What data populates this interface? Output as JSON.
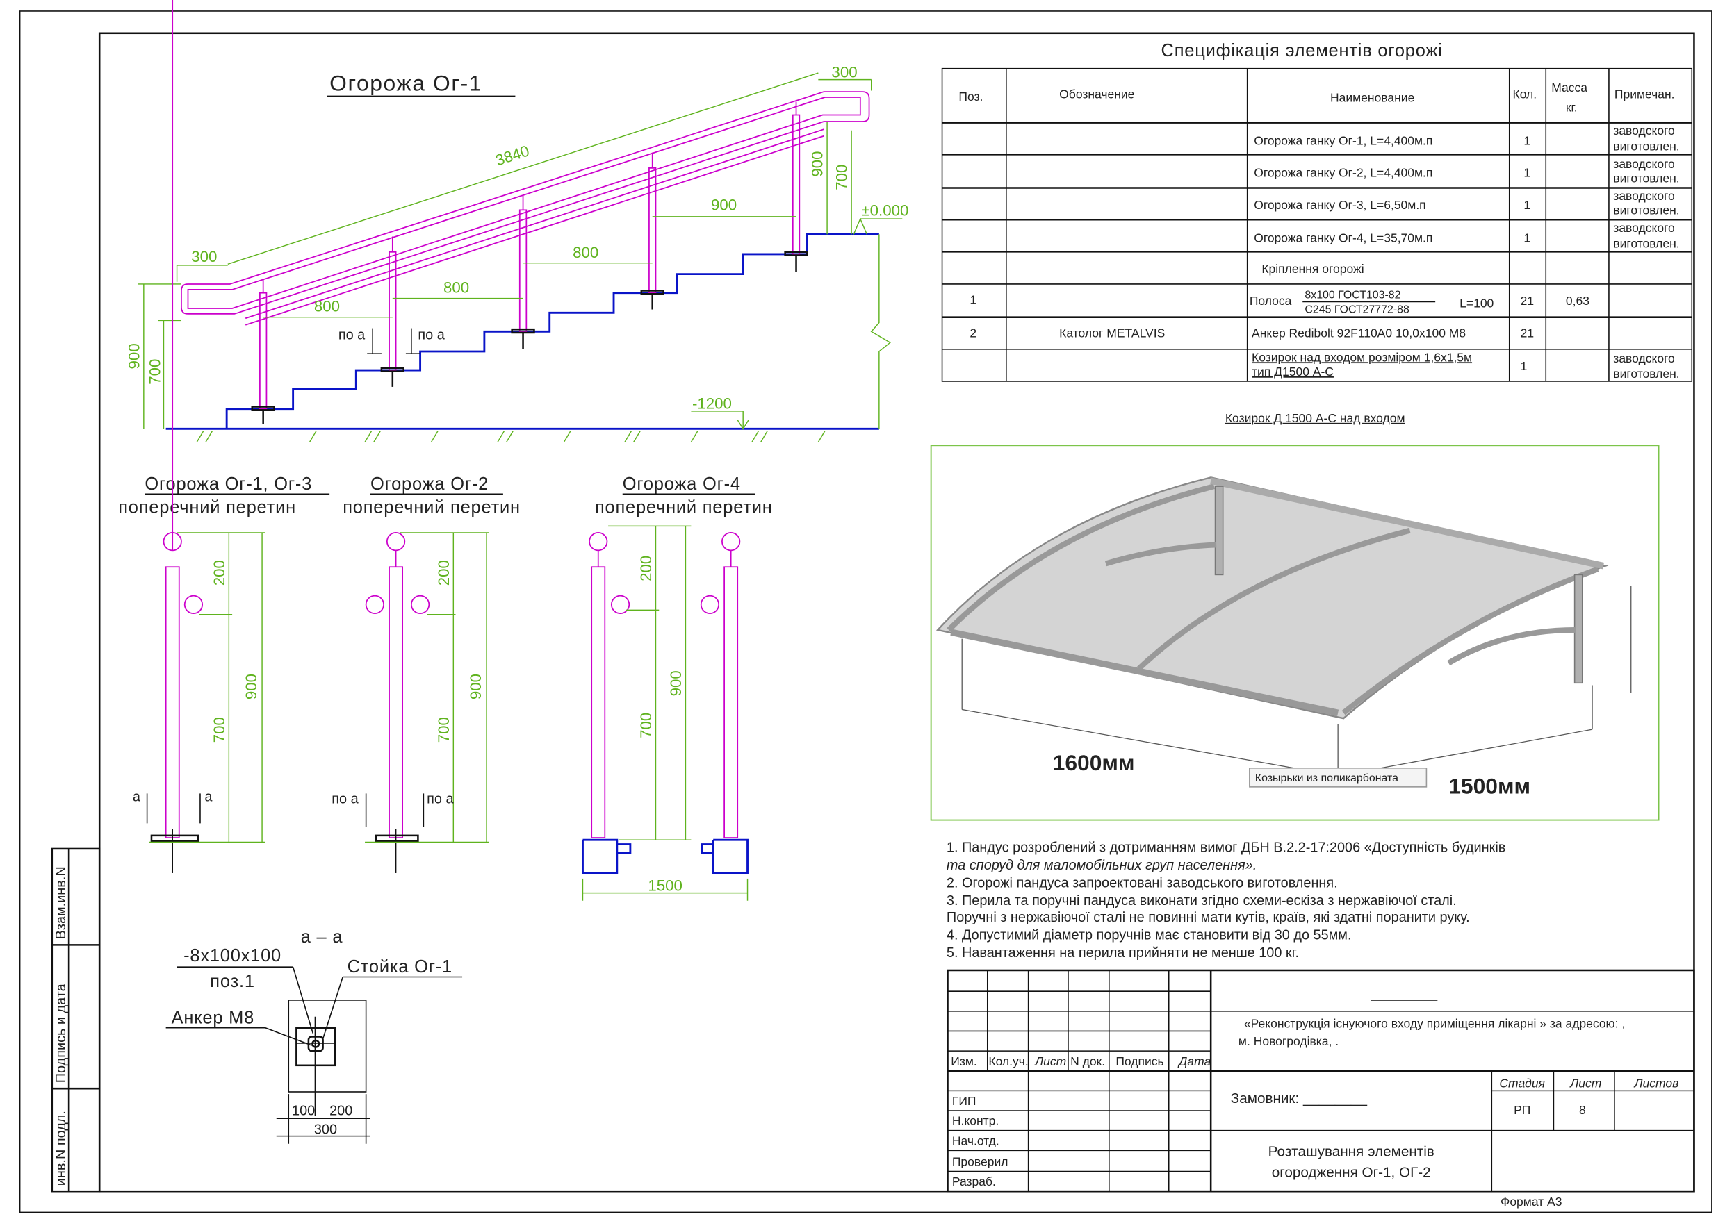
{
  "colors": {
    "rail": "#cc00cc",
    "dimension": "#5fb31e",
    "structure": "#0a14c8",
    "line": "#111111"
  },
  "elevation": {
    "title": "Огорожа  Ог-1",
    "dims": {
      "slope": "3840",
      "left_ext": "300",
      "right_ext": "300",
      "span1": "800",
      "span2": "800",
      "span3": "800",
      "span4": "900",
      "left_h900": "900",
      "left_h700": "700",
      "right_h900": "900",
      "right_h700": "700"
    },
    "level_top": "±0.000",
    "level_bottom": "-1200",
    "section_mark_left": "по а",
    "section_mark_right": "по а"
  },
  "sections": [
    {
      "title": "Огорожа  Ог-1, Ог-3",
      "subtitle": "поперечний перетин",
      "dim_top": "200",
      "dim_bottom": "700",
      "dim_total": "900",
      "mark_left": "а",
      "mark_right": "а"
    },
    {
      "title": "Огорожа  Ог-2",
      "subtitle": "поперечний перетин",
      "dim_top": "200",
      "dim_bottom": "700",
      "dim_total": "900",
      "mark_left": "по а",
      "mark_right": "по а"
    },
    {
      "title": "Огорожа  Ог-4",
      "subtitle": "поперечний перетин",
      "dim_top": "200",
      "dim_bottom": "700",
      "dim_total": "900",
      "width": "1500"
    }
  ],
  "detail_aa": {
    "title": "а – а",
    "plate": "-8x100x100",
    "plate_pos": "поз.1",
    "post": "Стойка Ог-1",
    "anchor": "Анкер М8",
    "dim_a": "100",
    "dim_b": "200",
    "dim_total": "300"
  },
  "spec": {
    "title": "Специфікація элементів огорожі",
    "headers": [
      "Поз.",
      "Обозначение",
      "Наименование",
      "Кол.",
      "Масса кг.",
      "Примечан."
    ],
    "mass_header": [
      "Масса",
      "кг."
    ],
    "rows": [
      {
        "pos": "",
        "designation": "",
        "name": "Огорожа ганку Ог-1,  L=4,400м.п",
        "qty": "1",
        "mass": "",
        "note": [
          "заводского",
          "виготовлен."
        ]
      },
      {
        "pos": "",
        "designation": "",
        "name": "Огорожа ганку Ог-2,  L=4,400м.п",
        "qty": "1",
        "mass": "",
        "note": [
          "заводского",
          "виготовлен."
        ]
      },
      {
        "pos": "",
        "designation": "",
        "name": "Огорожа ганку Ог-3,  L=6,50м.п",
        "qty": "1",
        "mass": "",
        "note": [
          "заводского",
          "виготовлен."
        ]
      },
      {
        "pos": "",
        "designation": "",
        "name": "Огорожа ганку Ог-4,  L=35,70м.п",
        "qty": "1",
        "mass": "",
        "note": [
          "заводского",
          "виготовлен."
        ]
      },
      {
        "pos": "",
        "designation": "",
        "name": "Кріплення огорожі",
        "qty": "",
        "mass": "",
        "note": [
          "",
          ""
        ]
      },
      {
        "pos": "1",
        "designation": "",
        "name": "Полоса",
        "name_top": "8x100 ГОСТ103-82",
        "name_bottom": "С245 ГОСТ27772-88",
        "name_len": "L=100",
        "qty": "21",
        "mass": "0,63",
        "note": [
          "",
          ""
        ]
      },
      {
        "pos": "2",
        "designation": "Католог  METALVIS",
        "name": "Анкер Redibolt 92F110A0 10,0x100 M8",
        "qty": "21",
        "mass": "",
        "note": [
          "",
          ""
        ]
      },
      {
        "pos": "",
        "designation": "",
        "name": "Козирок над входом розміром 1,6х1,5м",
        "name2": "тип Д1500 А-С",
        "qty": "1",
        "mass": "",
        "note": [
          "заводского",
          "виготовлен."
        ]
      }
    ]
  },
  "canopy": {
    "caption": "Козирок Д 1500 А-С над входом",
    "dim_length": "1600мм",
    "dim_depth": "1500мм",
    "tooltip": "Козырьки из поликарбоната"
  },
  "notes": [
    "1. Пандус розроблений з дотриманням вимог ДБН В.2.2-17:2006  «Доступність будинків",
    "та споруд для маломобільних груп населення».",
    "2.  Огорожі пандуса запроектовані заводського виготовлення.",
    "3. Перила та поручні пандуса виконати згідно схеми-ескіза з нержавіючої сталі.",
    " Поручні з нержавіючої сталі не повинні мати кутів, країв, які здатні поранити руку.",
    "4. Допустимий діаметр поручнів має становити від 30 до 55мм.",
    "5. Навантаження на перила прийняти не менше 100 кг."
  ],
  "side_stamp": {
    "replace_inv": "Взам.инв.N",
    "sign_date": "Подпись и дата",
    "inv_orig": "инв.N подл."
  },
  "title_block": {
    "rev_headers": [
      "Изм.",
      "Кол.уч.",
      "Лист",
      "N док.",
      "Подпись",
      "Дата"
    ],
    "roles": [
      "ГИП",
      "Н.контр.",
      "Нач.отд.",
      "Проверил",
      "Разраб."
    ],
    "project": "«Реконструкція існуючого входу приміщення лікарні » за адресою: ,",
    "project_line2": "м. Новогродівка, .",
    "client": "Замовник: ________",
    "stage_label": "Стадия",
    "sheet_label": "Лист",
    "sheets_label": "Листов",
    "stage": "РП",
    "sheet": "8",
    "sheets": "",
    "drawing_title": [
      "Розташування элементів",
      "огородження  Ог-1, ОГ-2"
    ],
    "format": "Формат А3"
  }
}
